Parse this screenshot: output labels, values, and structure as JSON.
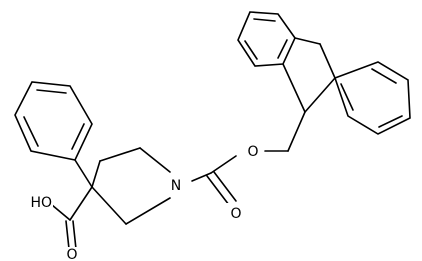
{
  "molecule": {
    "atom_labels": {
      "acid_oxygen_single": "HO",
      "acid_oxygen_double": "O",
      "ester_oxygen_single": "O",
      "carbamate_oxygen_double": "O",
      "nitrogen": "N"
    },
    "colors": {
      "bond": "#000000",
      "label": "#000000",
      "background": "#ffffff"
    }
  }
}
